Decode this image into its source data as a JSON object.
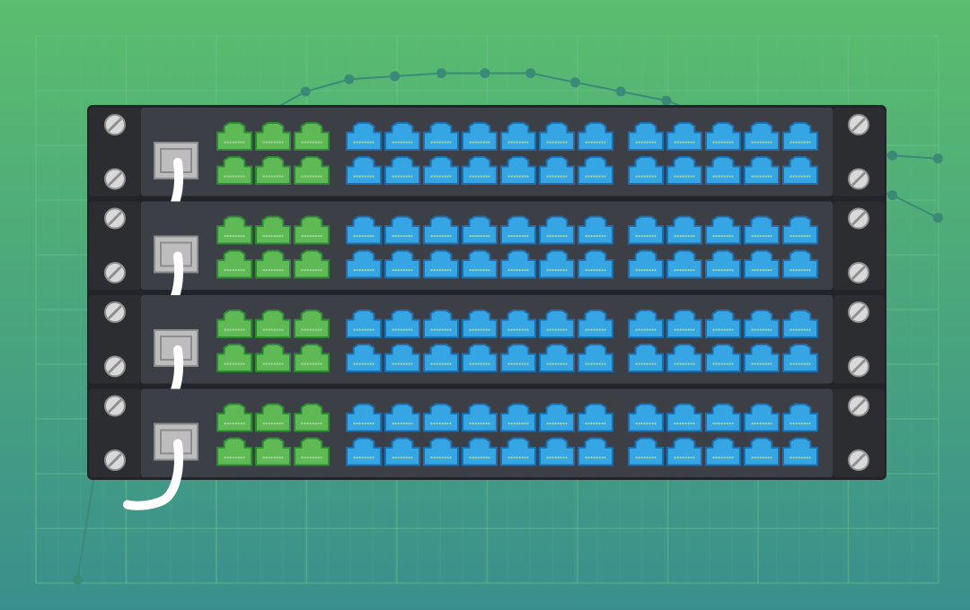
{
  "colors": {
    "background_top": "#5bbd6e",
    "background_bottom": "#3a8f8c",
    "grid_line": "#6fc38c",
    "trace_line": "#3b8a78",
    "switch_body": "#3c3f45",
    "switch_ear": "#2b2d31",
    "switch_outline": "#222429",
    "uplink_port": "#5fba55",
    "uplink_port_edge": "#2e8a35",
    "access_port": "#35a6e3",
    "access_port_edge": "#1d6fb0",
    "port_pin": "#a9d8a0",
    "console_port": "#bdbdbd",
    "console_port_inner": "#8c8c8c",
    "cable": "#ffffff",
    "screw": "#d9d9d9",
    "screw_edge": "#8f8f8f"
  },
  "icons": {
    "switch": "network-switch-icon",
    "port": "ethernet-port-icon",
    "cable": "patch-cable-icon",
    "screw": "rack-screw-icon"
  },
  "rack": {
    "switch_count": 4,
    "uplink_ports_per_row": 3,
    "access_port_group_sizes": [
      7,
      5
    ],
    "port_rows_per_switch": 2
  },
  "trace": {
    "points": [
      [
        0.08,
        0.95
      ],
      [
        0.1,
        0.75
      ],
      [
        0.13,
        0.45
      ],
      [
        0.2,
        0.3
      ],
      [
        0.27,
        0.19
      ],
      [
        0.315,
        0.15
      ],
      [
        0.36,
        0.13
      ],
      [
        0.407,
        0.125
      ],
      [
        0.455,
        0.12
      ],
      [
        0.5,
        0.12
      ],
      [
        0.547,
        0.12
      ],
      [
        0.593,
        0.135
      ],
      [
        0.64,
        0.15
      ],
      [
        0.687,
        0.165
      ],
      [
        0.73,
        0.19
      ],
      [
        0.8,
        0.22
      ],
      [
        0.88,
        0.245
      ],
      [
        0.92,
        0.255
      ],
      [
        0.967,
        0.26
      ]
    ],
    "second_points": [
      [
        0.88,
        0.3
      ],
      [
        0.92,
        0.32
      ],
      [
        0.967,
        0.357
      ]
    ]
  }
}
